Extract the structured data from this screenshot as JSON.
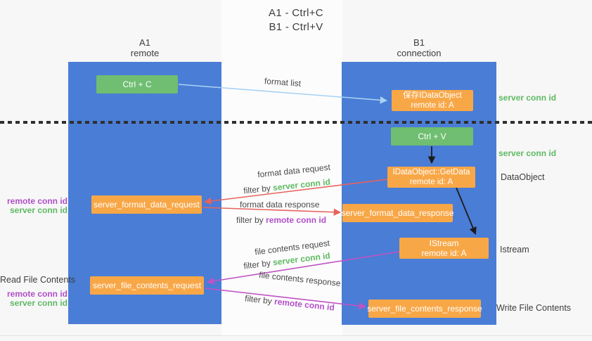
{
  "title": {
    "line1": "A1 - Ctrl+C",
    "line2": "B1 - Ctrl+V"
  },
  "lanes": {
    "left": {
      "name": "A1",
      "role": "remote"
    },
    "right": {
      "name": "B1",
      "role": "connection"
    }
  },
  "nodes": {
    "ctrl_c": "Ctrl + C",
    "ctrl_v": "Ctrl + V",
    "save_dataobject_line1": "保存IDataObject",
    "save_dataobject_line2": "remote id: A",
    "getdata_line1": "IDataObject::GetData",
    "getdata_line2": "remote id: A",
    "istream_line1": "IStream",
    "istream_line2": "remote id: A",
    "server_format_data_request": "server_format_data_request",
    "server_format_data_response": "server_format_data_response",
    "server_file_contents_request": "server_file_contents_request",
    "server_file_contents_response": "server_file_contents_response"
  },
  "flow_labels": {
    "format_list": "format list",
    "format_data_request": "format data request",
    "format_data_response": "format data response",
    "file_contents_request": "file contents request",
    "file_contents_response": "file contents response",
    "filter_by": "filter by",
    "server_conn_id": "server conn id",
    "remote_conn_id": "remote conn id"
  },
  "side_labels": {
    "server_conn_id_top": "server conn id",
    "server_conn_id_mid": "server conn id",
    "dataobject": "DataObject",
    "istream": "Istream",
    "write_file_contents": "Write File Contents",
    "read_file_contents": "Read File Contents",
    "remote_conn_id": "remote conn id",
    "server_conn_id": "server conn id"
  },
  "colors": {
    "lane_blue": "#4a7dd6",
    "box_green": "#6fbe71",
    "box_orange": "#f8a747",
    "label_green": "#5eba62",
    "label_purple": "#b14fc8",
    "arrow_red": "#e8625d",
    "arrow_purple": "#bf53c5",
    "arrow_blue": "#a9d2f3",
    "arrow_black": "#1c1c1c",
    "dotted_line": "#2f2f2f",
    "background": "#f7f7f7"
  }
}
